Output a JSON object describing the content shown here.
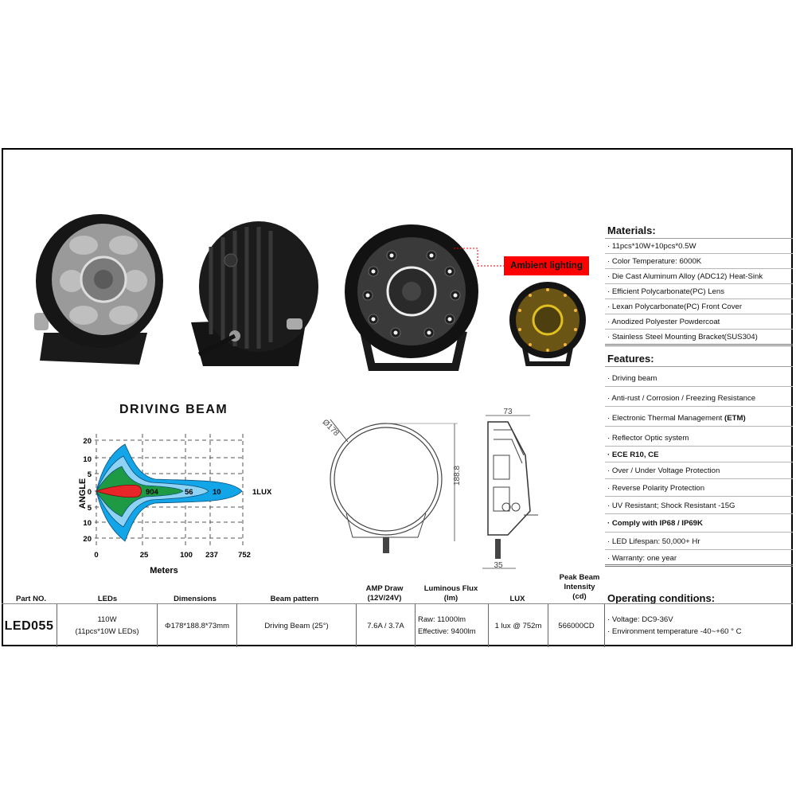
{
  "materials": {
    "title": "Materials:",
    "items": [
      "· 11pcs*10W+10pcs*0.5W",
      "· Color Temperature: 6000K",
      "· Die Cast Aluminum Alloy (ADC12) Heat-Sink",
      "· Efficient Polycarbonate(PC) Lens",
      "· Lexan Polycarbonate(PC) Front Cover",
      "· Anodized Polyester Powdercoat",
      "· Stainless Steel Mounting Bracket(SUS304)"
    ]
  },
  "features": {
    "title": "Features:",
    "items": [
      "· Driving beam",
      "· Anti-rust / Corrosion / Freezing Resistance",
      "· Electronic Thermal Management (ETM)",
      "· Reflector Optic system",
      "· ECE R10, CE",
      "· Over / Under Voltage Protection",
      "· Reverse Polarity Protection",
      "· UV Resistant; Shock Resistant -15G",
      "· Comply with IP68 / IP69K",
      "· LED Lifespan: 50,000+ Hr",
      "· Warranty: one year"
    ]
  },
  "ambient_label": "Ambient lighting",
  "drawing": {
    "diameter": "Ø178",
    "height": "188.8",
    "depth": "73",
    "bracket": "35"
  },
  "chart_data": {
    "type": "area",
    "title": "DRIVING BEAM",
    "xlabel": "Meters",
    "ylabel": "ANGLE",
    "x_ticks": [
      "0",
      "25",
      "100",
      "237",
      "752"
    ],
    "y_ticks": [
      "20",
      "10",
      "5",
      "0",
      "5",
      "10",
      "20"
    ],
    "grid": true,
    "series": [
      {
        "name": "904 lux",
        "distance_m": 25,
        "color": "#e8262a"
      },
      {
        "name": "56 lux",
        "distance_m": 100,
        "color": "#1e9a45"
      },
      {
        "name": "10 lux",
        "distance_m": 237,
        "color": "#8fd3f4"
      },
      {
        "name": "1 lux",
        "distance_m": 752,
        "color": "#12a5e8"
      }
    ],
    "annotations": [
      "904",
      "56",
      "10",
      "1LUX"
    ]
  },
  "table": {
    "headers": [
      "Part NO.",
      "LEDs",
      "Dimensions",
      "Beam pattern",
      "AMP Draw\n(12V/24V)",
      "Luminous Flux\n(lm)",
      "LUX",
      "Peak Beam\nIntensity\n(cd)"
    ],
    "row": {
      "part": "LED055",
      "leds_1": "110W",
      "leds_2": "(11pcs*10W LEDs)",
      "dimensions": "Φ178*188.8*73mm",
      "beam": "Driving Beam (25°)",
      "amp": "7.6A / 3.7A",
      "flux_1": "Raw: 11000lm",
      "flux_2": "Effective: 9400lm",
      "lux": "1 lux @ 752m",
      "intensity": "566000CD"
    }
  },
  "operating": {
    "title": "Operating conditions:",
    "items": [
      "· Voltage: DC9-36V",
      "· Environment temperature -40~+60 ° C"
    ]
  }
}
